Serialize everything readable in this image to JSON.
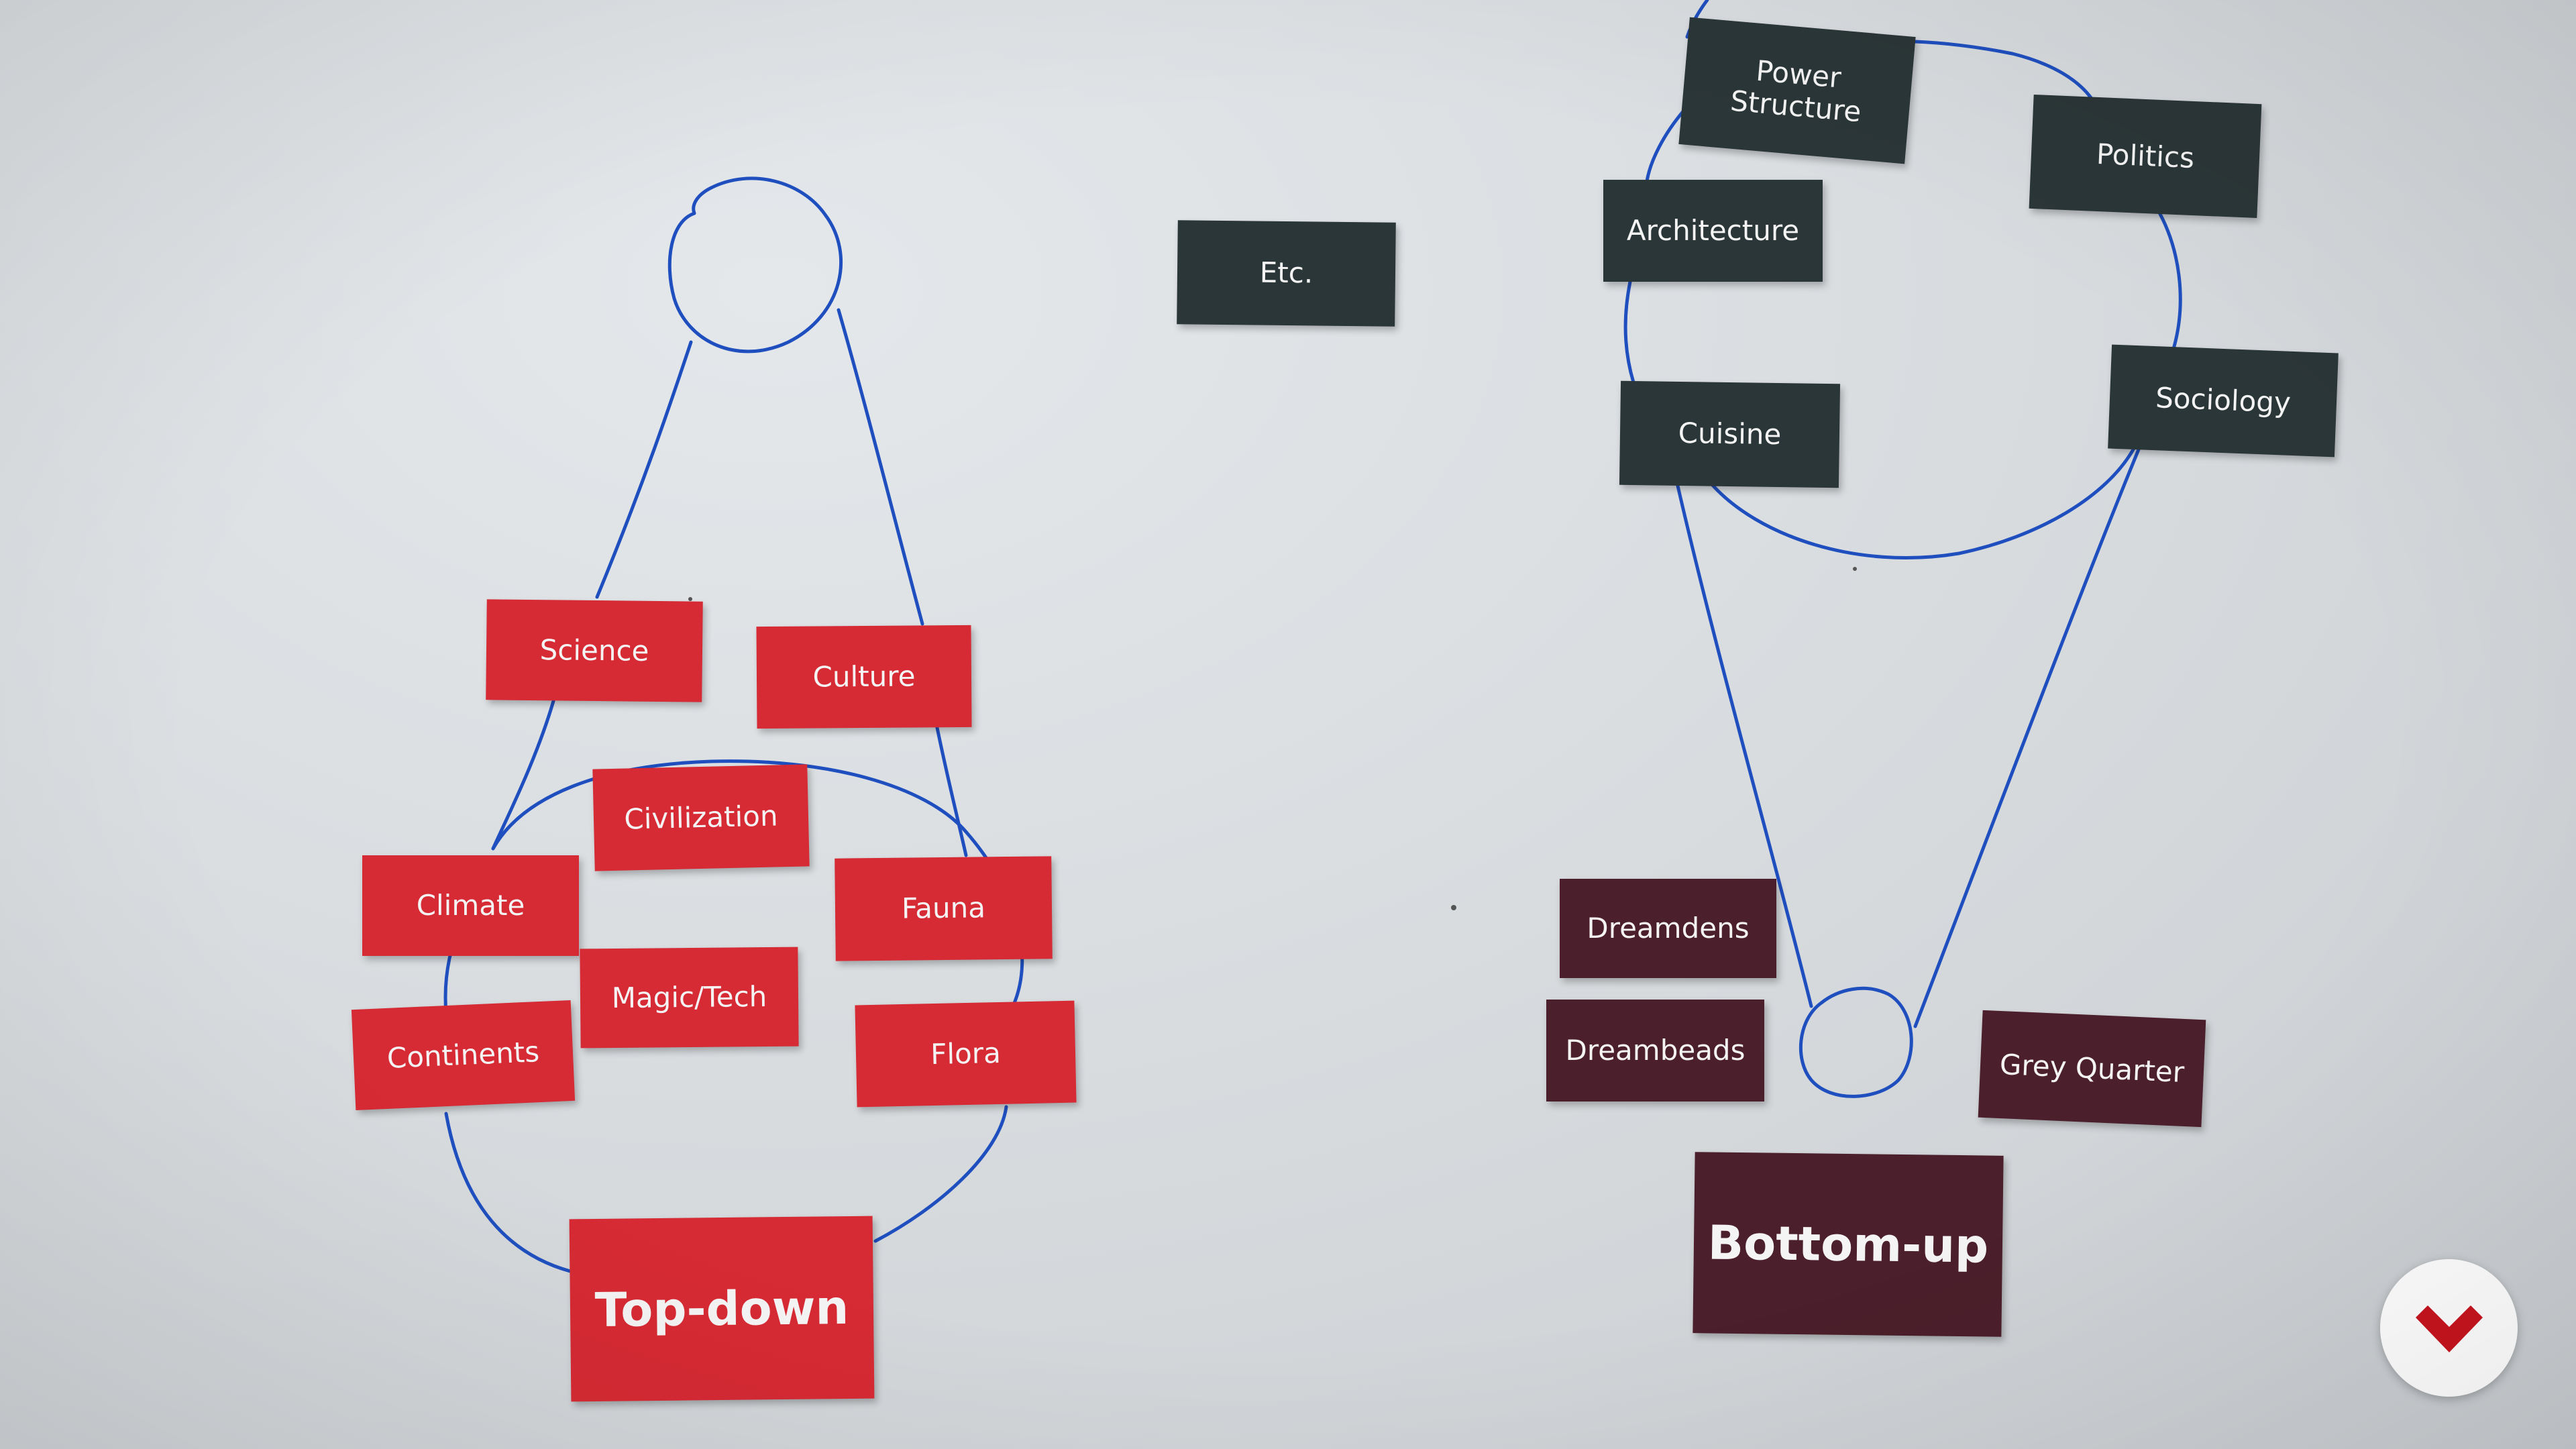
{
  "top_down": {
    "title": "Top-down",
    "cards": [
      "Science",
      "Culture",
      "Civilization",
      "Climate",
      "Fauna",
      "Magic/Tech",
      "Continents",
      "Flora"
    ]
  },
  "middle": {
    "etc": "Etc."
  },
  "bottom_up": {
    "title": "Bottom-up",
    "top_cards": [
      "Power Structure",
      "Politics",
      "Architecture",
      "Sociology",
      "Cuisine"
    ],
    "bottom_cards": [
      "Dreamdens",
      "Dreambeads",
      "Grey Quarter"
    ]
  },
  "colors": {
    "red_card": "#d62a34",
    "slate_card": "#2b3638",
    "maroon_card": "#4b1f2b",
    "ink": "#1f4fbf",
    "logo": "#c8141e"
  },
  "logo": {
    "icon": "chevron-heart-icon"
  }
}
